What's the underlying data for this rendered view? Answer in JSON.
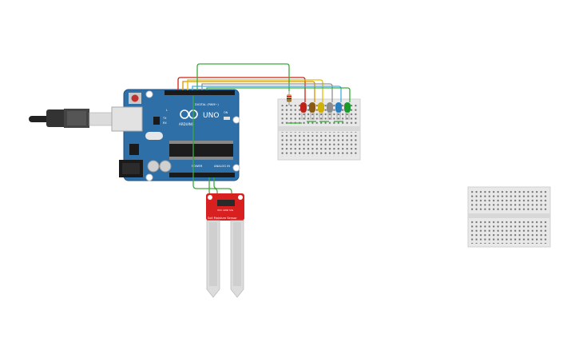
{
  "arduino": {
    "brand": "ARDUINO",
    "model": "UNO",
    "header_digital": "DIGITAL (PWM~)",
    "header_power": "POWER",
    "header_analog": "ANALOG IN",
    "label_tx": "TX",
    "label_rx": "RX",
    "label_on": "ON",
    "label_l": "L"
  },
  "sensor": {
    "title": "Soil Moisture Sensor",
    "pins": "VCC GND SIG"
  },
  "leds": {
    "colors": [
      "#c0201a",
      "#8a5a14",
      "#d0b000",
      "#8c8c8c",
      "#2a7fc0",
      "#1a9a2a"
    ]
  },
  "wires": {
    "colors": [
      "#d02010",
      "#e09000",
      "#3aaa3a",
      "#40b0e0",
      "#909090"
    ]
  },
  "colors": {
    "board": "#2e6fa8",
    "board_dark": "#1f4f80",
    "sensor": "#d92020",
    "breadboard": "#e8e8e8"
  }
}
